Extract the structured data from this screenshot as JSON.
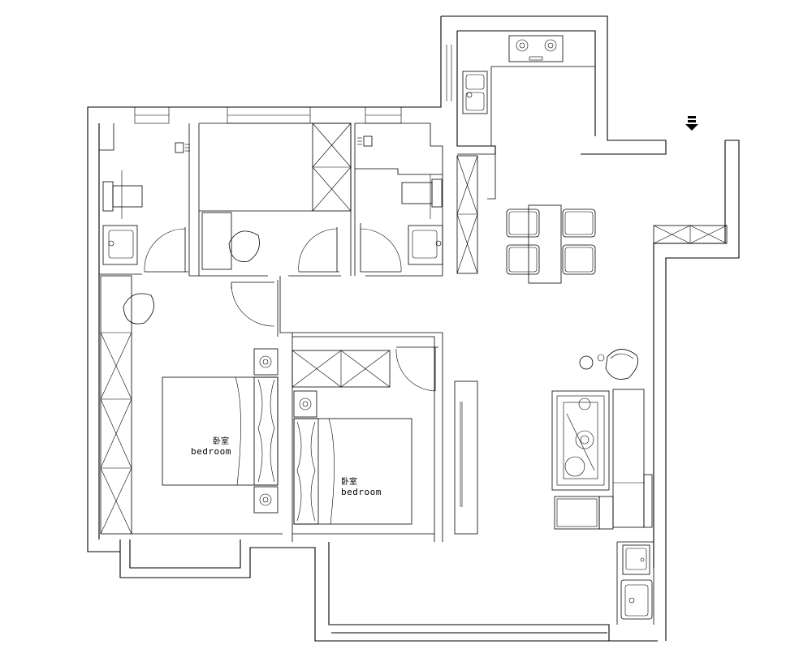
{
  "rooms": [
    {
      "id": "bedroom-left",
      "label_cn": "卧室",
      "label_en": "bedroom"
    },
    {
      "id": "bedroom-center",
      "label_cn": "卧室",
      "label_en": "bedroom"
    }
  ],
  "entrance_marker": "entrance-arrow-icon",
  "colors": {
    "line": "#000000",
    "background": "#ffffff"
  }
}
